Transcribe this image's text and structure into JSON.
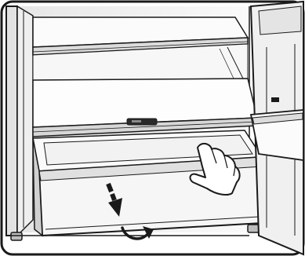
{
  "figure": {
    "kind": "line-art illustration",
    "parts": [
      "refrigerator-cabinet",
      "glass-shelf",
      "crisper-cover",
      "cover-handle",
      "vegetable-drawer",
      "door-bin",
      "hand-icon",
      "down-arrow-icon",
      "rotate-arrow-icon"
    ],
    "colors": {
      "stroke": "#1a1a1a",
      "frame_fill": "#d9d9d9",
      "panel_fill": "#f4f4f4",
      "shade_fill": "#cfcfcf",
      "hand_fill": "#ffffff"
    }
  }
}
